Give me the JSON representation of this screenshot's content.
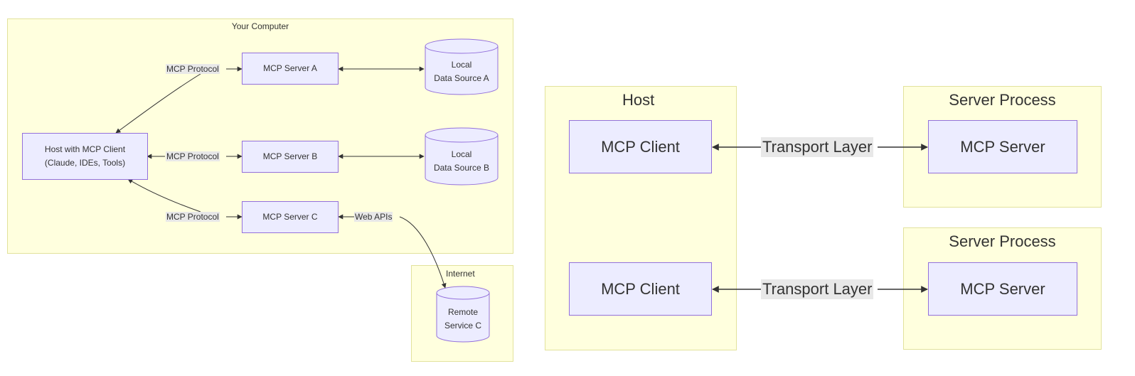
{
  "left": {
    "cluster_title": "Your Computer",
    "internet_title": "Internet",
    "host_line1": "Host with MCP Client",
    "host_line2": "(Claude, IDEs, Tools)",
    "server_a": "MCP Server A",
    "server_b": "MCP Server B",
    "server_c": "MCP Server C",
    "ds_a_line1": "Local",
    "ds_a_line2": "Data Source A",
    "ds_b_line1": "Local",
    "ds_b_line2": "Data Source B",
    "remote_line1": "Remote",
    "remote_line2": "Service C",
    "edge_protocol_a": "MCP Protocol",
    "edge_protocol_b": "MCP Protocol",
    "edge_protocol_c": "MCP Protocol",
    "edge_web_apis": "Web APIs"
  },
  "right": {
    "host_title": "Host",
    "server_process_1": "Server Process",
    "server_process_2": "Server Process",
    "client_1": "MCP Client",
    "client_2": "MCP Client",
    "server_1": "MCP Server",
    "server_2": "MCP Server",
    "transport_1": "Transport Layer",
    "transport_2": "Transport Layer"
  },
  "colors": {
    "cluster_fill": "#ffffde",
    "cluster_border": "#e2e29c",
    "node_fill": "#ececff",
    "node_border": "#9370db",
    "edge": "#333333",
    "edge_label_bg": "#e8e8e8"
  }
}
